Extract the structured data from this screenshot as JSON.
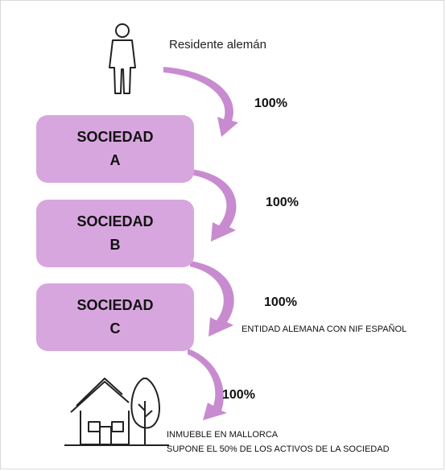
{
  "person": {
    "label": "Residente alemán"
  },
  "boxes": [
    {
      "name": "SOCIEDAD",
      "letter": "A"
    },
    {
      "name": "SOCIEDAD",
      "letter": "B"
    },
    {
      "name": "SOCIEDAD",
      "letter": "C"
    }
  ],
  "ownership": [
    "100%",
    "100%",
    "100%",
    "100%"
  ],
  "notes": {
    "entity": "ENTIDAD ALEMANA CON NIF ESPAÑOL",
    "property_line1": "INMUEBLE EN MALLORCA",
    "property_line2": "SUPONE EL 50% DE LOS ACTIVOS DE LA SOCIEDAD"
  },
  "colors": {
    "box_fill": "#d8a6de",
    "arrow_fill": "#c88bd0"
  }
}
